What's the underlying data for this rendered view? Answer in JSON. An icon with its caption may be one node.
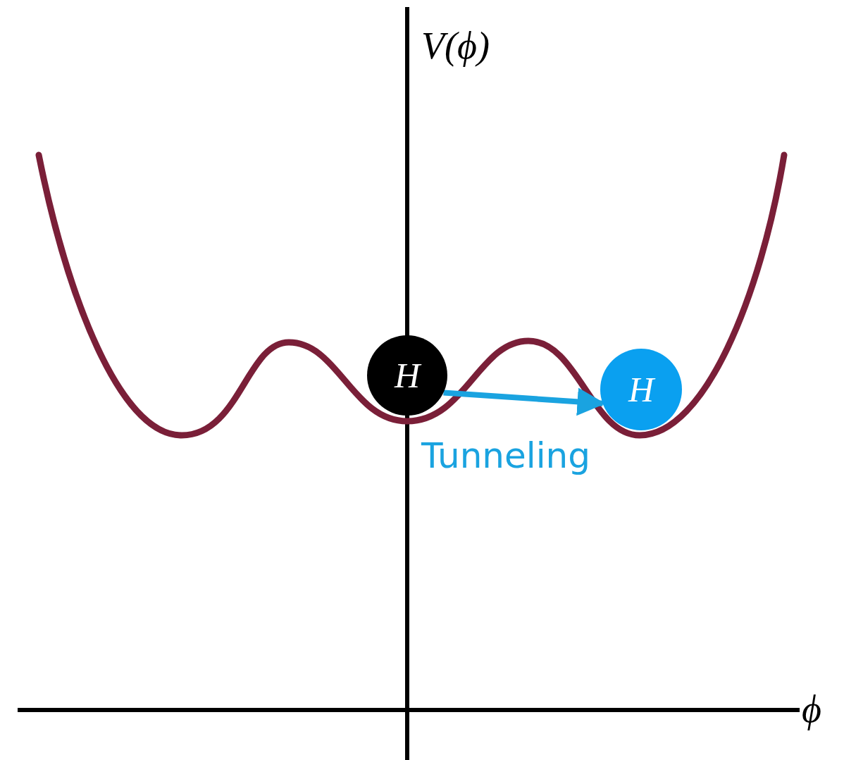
{
  "diagram": {
    "nodes": [
      {
        "text": [
          "H"
        ]
      },
      {
        "text": [
          "H"
        ]
      }
    ],
    "edges": [
      {
        "from": 0,
        "to": 1,
        "arrow": "to",
        "label": "Tunneling",
        "color": "#1aa3e0"
      }
    ],
    "labels": [
      "V(ϕ)",
      "ϕ"
    ]
  }
}
